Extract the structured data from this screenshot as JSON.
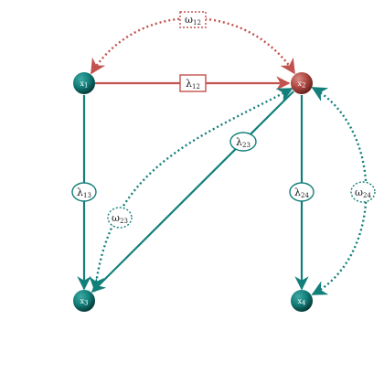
{
  "colors": {
    "teal": "#127f7a",
    "teal_dark": "#0a5653",
    "red": "#c2524d",
    "red_dark": "#8c2f2c",
    "background": "#ffffff"
  },
  "nodes": {
    "x1": {
      "base": "x",
      "sub": "1",
      "color": "teal"
    },
    "x2": {
      "base": "x",
      "sub": "2",
      "color": "red"
    },
    "x3": {
      "base": "x",
      "sub": "3",
      "color": "teal"
    },
    "x4": {
      "base": "x",
      "sub": "4",
      "color": "teal"
    }
  },
  "edges": {
    "lambda12": {
      "base": "λ",
      "sub": "12",
      "style": "solid",
      "color": "red",
      "box": "rect"
    },
    "lambda13": {
      "base": "λ",
      "sub": "13",
      "style": "solid",
      "color": "teal",
      "box": "ellipse"
    },
    "lambda23": {
      "base": "λ",
      "sub": "23",
      "style": "solid",
      "color": "teal",
      "box": "ellipse"
    },
    "lambda24": {
      "base": "λ",
      "sub": "24",
      "style": "solid",
      "color": "teal",
      "box": "ellipse"
    },
    "omega12": {
      "base": "ω",
      "sub": "12",
      "style": "dotted",
      "color": "red",
      "box": "rect-dashed"
    },
    "omega23": {
      "base": "ω",
      "sub": "23",
      "style": "dotted",
      "color": "teal",
      "box": "ellipse-dashed"
    },
    "omega24": {
      "base": "ω",
      "sub": "24",
      "style": "dotted",
      "color": "teal",
      "box": "ellipse-dashed"
    }
  }
}
